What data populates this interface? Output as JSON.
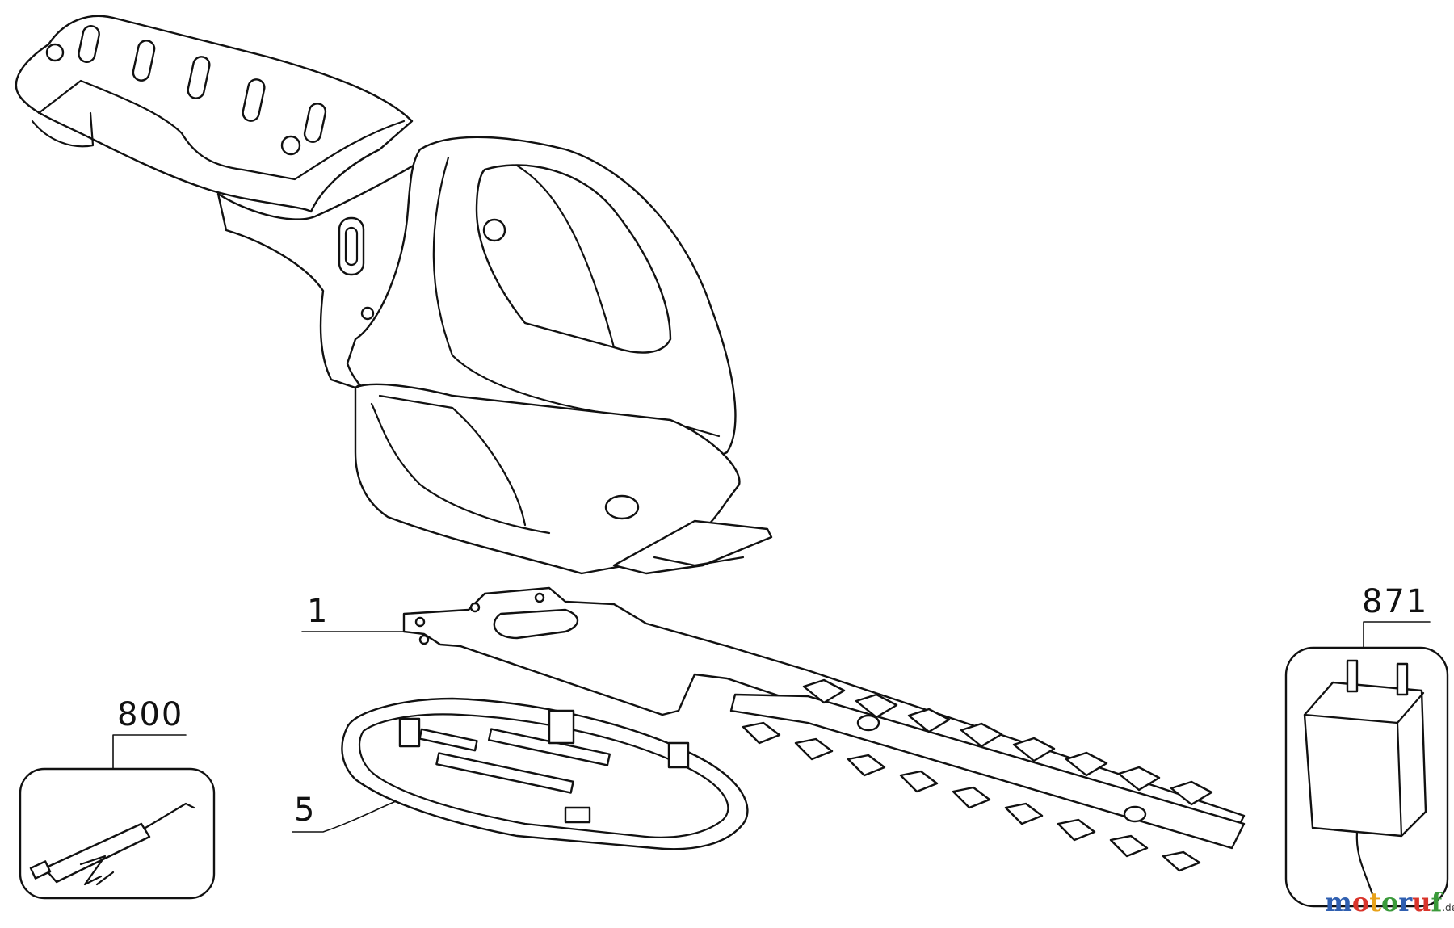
{
  "callouts": {
    "blade": "1",
    "blade_cover": "5",
    "oil_tube": "800",
    "charger": "871"
  },
  "watermark": {
    "letters": [
      "m",
      "o",
      "t",
      "o",
      "r",
      "u",
      "f"
    ],
    "suffix": ".de",
    "letter_colors": [
      "#2f5fb0",
      "#d9342b",
      "#e8a21a",
      "#3a9a3a",
      "#2f5fb0",
      "#d9342b",
      "#3a9a3a"
    ]
  }
}
